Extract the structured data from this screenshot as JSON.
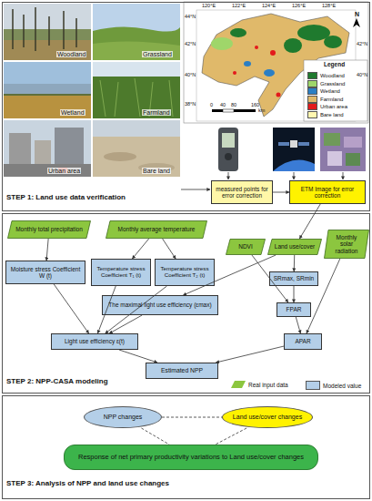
{
  "diagram": {
    "nodes": [
      {
        "text": [
          "STEP 1: Land use data verification"
        ]
      },
      {
        "text": [
          "measured points for error correction"
        ],
        "in": 0
      },
      {
        "text": [
          "ETM Image for error correction"
        ],
        "in": 0
      },
      {
        "text": [
          "STEP 2: NPP-CASA modeling"
        ]
      },
      {
        "text": [
          "Monthly total precipitation"
        ],
        "in": 3
      },
      {
        "text": [
          "Monthly average temperature"
        ],
        "in": 3
      },
      {
        "text": [
          "NDVI"
        ],
        "in": 3
      },
      {
        "text": [
          "Land use/cover"
        ],
        "in": 3
      },
      {
        "text": [
          "Monthly solar radiation"
        ],
        "in": 3
      },
      {
        "text": [
          "Moisture stress Coefficient W (t)"
        ],
        "in": 3
      },
      {
        "text": [
          "Temperature stress Coefficient T₁ (t)"
        ],
        "in": 3
      },
      {
        "text": [
          "Temperature stress Coefficient T₂ (t)"
        ],
        "in": 3
      },
      {
        "text": [
          "SRmax, SRmin"
        ],
        "in": 3
      },
      {
        "text": [
          "FPAR"
        ],
        "in": 3
      },
      {
        "text": [
          "The maximal light use efficiency (εmax)"
        ],
        "in": 3
      },
      {
        "text": [
          "Light use efficiency ε(t)"
        ],
        "in": 3
      },
      {
        "text": [
          "APAR"
        ],
        "in": 3
      },
      {
        "text": [
          "Estimated NPP"
        ],
        "in": 3
      },
      {
        "text": [
          "STEP 3: Analysis of NPP and land use changes"
        ]
      },
      {
        "text": [
          "NPP changes"
        ],
        "in": 18
      },
      {
        "text": [
          "Land use/cover changes"
        ],
        "in": 18
      },
      {
        "text": [
          "Response of net primary productivity variations to Land use/cover changes"
        ],
        "in": 18
      }
    ],
    "edges": [
      {
        "from": 1,
        "to": 2,
        "arrow": "to"
      },
      {
        "from": 2,
        "to": 7,
        "arrow": "to"
      },
      {
        "from": 4,
        "to": 9,
        "arrow": "to"
      },
      {
        "from": 5,
        "to": 10,
        "arrow": "to"
      },
      {
        "from": 5,
        "to": 11,
        "arrow": "to"
      },
      {
        "from": 9,
        "to": 15,
        "arrow": "to"
      },
      {
        "from": 10,
        "to": 15,
        "arrow": "to"
      },
      {
        "from": 11,
        "to": 15,
        "arrow": "to"
      },
      {
        "from": 7,
        "to": 14,
        "arrow": "to"
      },
      {
        "from": 14,
        "to": 15,
        "arrow": "to"
      },
      {
        "from": 6,
        "to": 13,
        "arrow": "to"
      },
      {
        "from": 7,
        "to": 12,
        "arrow": "to"
      },
      {
        "from": 12,
        "to": 13,
        "arrow": "to"
      },
      {
        "from": 13,
        "to": 16,
        "arrow": "to"
      },
      {
        "from": 8,
        "to": 16,
        "arrow": "to"
      },
      {
        "from": 15,
        "to": 17,
        "arrow": "to"
      },
      {
        "from": 16,
        "to": 17,
        "arrow": "to"
      },
      {
        "from": 19,
        "to": 20,
        "arrow": "none"
      },
      {
        "from": 19,
        "to": 21,
        "arrow": "none"
      },
      {
        "from": 20,
        "to": 21,
        "arrow": "none"
      }
    ],
    "labels": [
      "Woodland",
      "Grassland",
      "Wetland",
      "Farmland",
      "Urban area",
      "Bare land",
      "120°E",
      "122°E",
      "124°E",
      "126°E",
      "128°E",
      "44°N",
      "42°N",
      "40°N",
      "38°N",
      "42°N",
      "40°N",
      "0",
      "40",
      "80",
      "160",
      "km",
      "N",
      "Legend"
    ],
    "legend": [
      {
        "text": "Woodland",
        "color": "#1f7a2e"
      },
      {
        "text": "Grassland",
        "color": "#9fd66a"
      },
      {
        "text": "Wetland",
        "color": "#2b7fc4"
      },
      {
        "text": "Farmland",
        "color": "#e0b96a"
      },
      {
        "text": "Urban area",
        "color": "#e31a1c"
      },
      {
        "text": "Bare land",
        "color": "#fff7b0"
      },
      {
        "text": "Real input data",
        "color": "#8cc63f"
      },
      {
        "text": "Modeled value",
        "color": "#b4cfe8"
      }
    ]
  }
}
